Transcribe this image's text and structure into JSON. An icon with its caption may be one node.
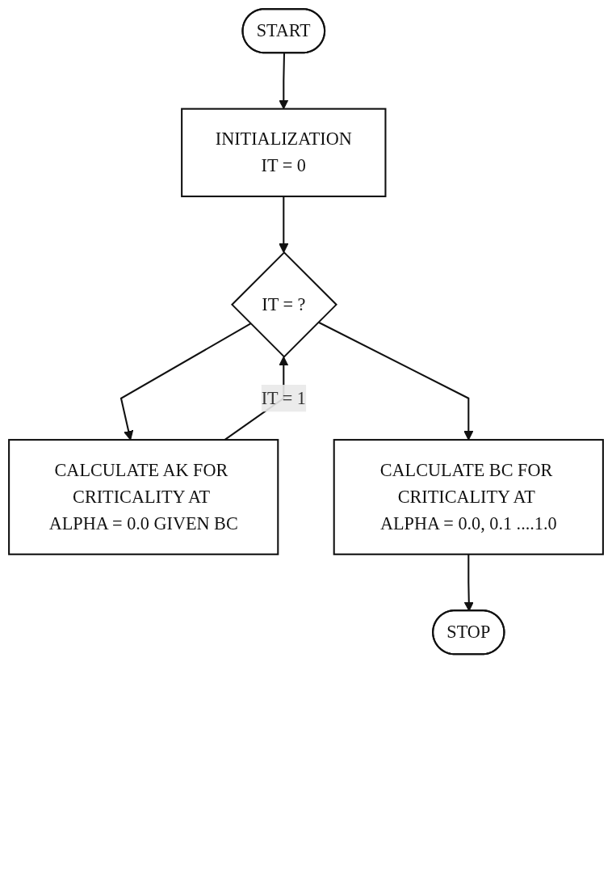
{
  "diagram": {
    "nodes": [
      {
        "text": [
          "START"
        ]
      },
      {
        "text": [
          "INITIALIZATION",
          "IT = 0"
        ]
      },
      {
        "text": [
          "IT = ?"
        ]
      },
      {
        "text": [
          "CALCULATE AK FOR CRITICALITY AT ALPHA = 0.0 GIVEN BC"
        ]
      },
      {
        "text": [
          "CALCULATE BC FOR CRITICALITY AT ALPHA = 0.0, 0.1 ....1.0"
        ]
      },
      {
        "text": [
          "STOP"
        ]
      }
    ],
    "edges": [
      {
        "from": 0,
        "to": 1,
        "arrow": "to"
      },
      {
        "from": 1,
        "to": 2,
        "arrow": "to"
      },
      {
        "from": 2,
        "to": 3,
        "arrow": "to"
      },
      {
        "from": 3,
        "to": 2,
        "arrow": "to",
        "label": "IT = 1"
      },
      {
        "from": 2,
        "to": 4,
        "arrow": "to"
      },
      {
        "from": 4,
        "to": 5,
        "arrow": "to"
      }
    ]
  }
}
